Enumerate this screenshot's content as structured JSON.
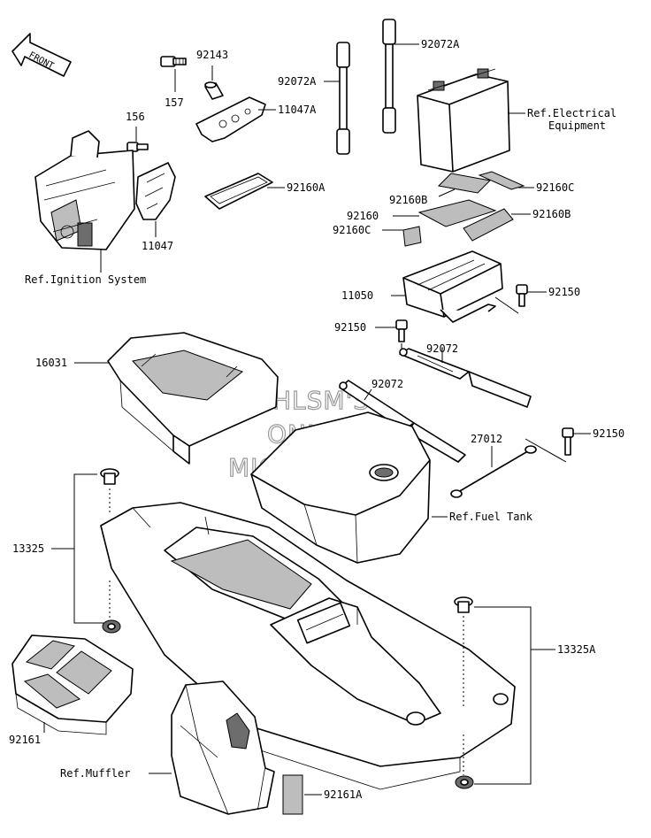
{
  "front_arrow": "FRONT",
  "labels": {
    "p92143": "92143",
    "p157": "157",
    "p92072A_a": "92072A",
    "p92072A_b": "92072A",
    "p11047A": "11047A",
    "p156": "156",
    "ref_electrical_1": "Ref.Electrical",
    "ref_electrical_2": "Equipment",
    "p11047": "11047",
    "p92160A": "92160A",
    "p92160B_a": "92160B",
    "p92160C_a": "92160C",
    "p92160": "92160",
    "p92160B_b": "92160B",
    "p92160C_b": "92160C",
    "ref_ignition": "Ref.Ignition System",
    "p11050": "11050",
    "p92150_a": "92150",
    "p92150_b": "92150",
    "p92072_a": "92072",
    "p16031": "16031",
    "p92072_b": "92072",
    "p27012": "27012",
    "p92150_c": "92150",
    "ref_fuel_tank": "Ref.Fuel Tank",
    "p13325": "13325",
    "p13325A": "13325A",
    "p92161": "92161",
    "ref_muffler": "Ref.Muffler",
    "p92161A": "92161A"
  },
  "watermark": [
    "HLSM'S",
    "ONLINE",
    "MICROFICHE"
  ]
}
